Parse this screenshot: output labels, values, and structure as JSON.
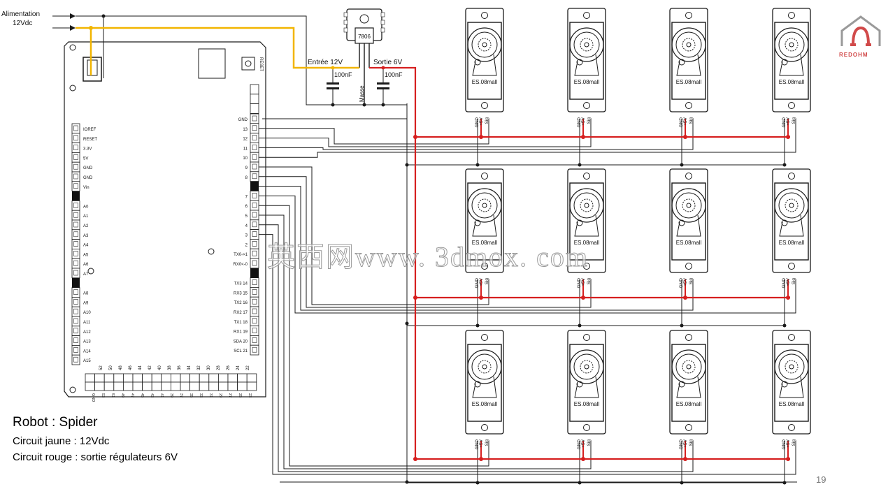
{
  "power": {
    "label_line1": "Alimentation",
    "label_line2": "12Vdc"
  },
  "regulator": {
    "part": "7806",
    "input_label": "Entrée  12V",
    "output_label": "Sortie  6V",
    "ground_label": "Masse",
    "cap_label": "100nF"
  },
  "board": {
    "reset_label": "RESET",
    "left_pins": [
      "IOREF",
      "RESET",
      "3.3V",
      "5V",
      "GND",
      "GND",
      "Vin",
      "",
      "A0",
      "A1",
      "A2",
      "A3",
      "A4",
      "A5",
      "A6",
      "A7",
      "",
      "A8",
      "A9",
      "A10",
      "A11",
      "A12",
      "A13",
      "A14",
      "A15"
    ],
    "right_pins": [
      "GND",
      "13",
      "12",
      "11",
      "10",
      "9",
      "8",
      "",
      "7",
      "6",
      "5",
      "4",
      "3",
      "2",
      "TX0->1",
      "RX0<-0",
      "",
      "TX3  14",
      "RX3  15",
      "TX2  16",
      "RX2  17",
      "TX1  18",
      "RX1  19",
      "SDA  20",
      "SCL  21"
    ],
    "bottom_pins_top": [
      "52",
      "50",
      "48",
      "46",
      "44",
      "42",
      "40",
      "38",
      "36",
      "34",
      "32",
      "30",
      "28",
      "26",
      "24",
      "22"
    ],
    "bottom_pins_bottom": [
      "GND",
      "53",
      "51",
      "49",
      "47",
      "45",
      "43",
      "41",
      "39",
      "37",
      "35",
      "33",
      "31",
      "29",
      "27",
      "25",
      "23"
    ]
  },
  "servo": {
    "model": "ES.08mall",
    "pin_gnd": "GND",
    "pin_5v": "+5V",
    "pin_sig": "Sig"
  },
  "caption": {
    "title": "Robot : Spider",
    "line1": "Circuit jaune : 12Vdc",
    "line2": "Circuit rouge : sortie régulateurs 6V"
  },
  "page_number": "19",
  "watermark": "英西网www. 3dmox. com",
  "logo_text": "REDOHM",
  "colors": {
    "yellow": "#f2b500",
    "red": "#d61f1f",
    "line": "#1a1a1a",
    "logo": "#d14a4a"
  }
}
